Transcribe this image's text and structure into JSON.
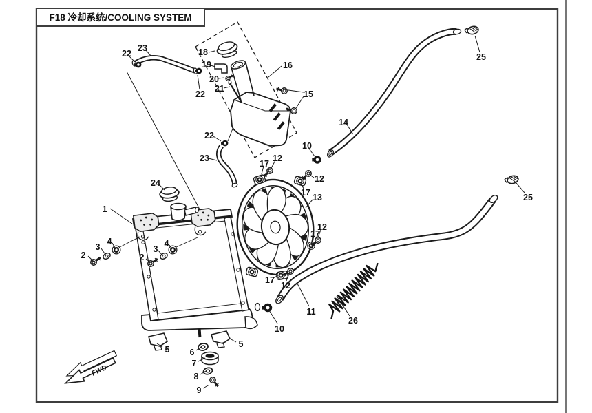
{
  "title": "F18 冷却系统/COOLING SYSTEM",
  "fwd_label": "FWD",
  "colors": {
    "line": "#1c1c1c",
    "background": "#ffffff",
    "frame": "#3d3d3d"
  },
  "callouts": [
    {
      "text": "1"
    },
    {
      "text": "2"
    },
    {
      "text": "3"
    },
    {
      "text": "4"
    },
    {
      "text": "2"
    },
    {
      "text": "3"
    },
    {
      "text": "4"
    },
    {
      "text": "5"
    },
    {
      "text": "5"
    },
    {
      "text": "6"
    },
    {
      "text": "7"
    },
    {
      "text": "8"
    },
    {
      "text": "9"
    },
    {
      "text": "10"
    },
    {
      "text": "10"
    },
    {
      "text": "11"
    },
    {
      "text": "12"
    },
    {
      "text": "17"
    },
    {
      "text": "12"
    },
    {
      "text": "17"
    },
    {
      "text": "13"
    },
    {
      "text": "12"
    },
    {
      "text": "17"
    },
    {
      "text": "17"
    },
    {
      "text": "12"
    },
    {
      "text": "14"
    },
    {
      "text": "15"
    },
    {
      "text": "16"
    },
    {
      "text": "18"
    },
    {
      "text": "19"
    },
    {
      "text": "20"
    },
    {
      "text": "21"
    },
    {
      "text": "22"
    },
    {
      "text": "22"
    },
    {
      "text": "22"
    },
    {
      "text": "23"
    },
    {
      "text": "23"
    },
    {
      "text": "24"
    },
    {
      "text": "25"
    },
    {
      "text": "25"
    },
    {
      "text": "26"
    }
  ]
}
